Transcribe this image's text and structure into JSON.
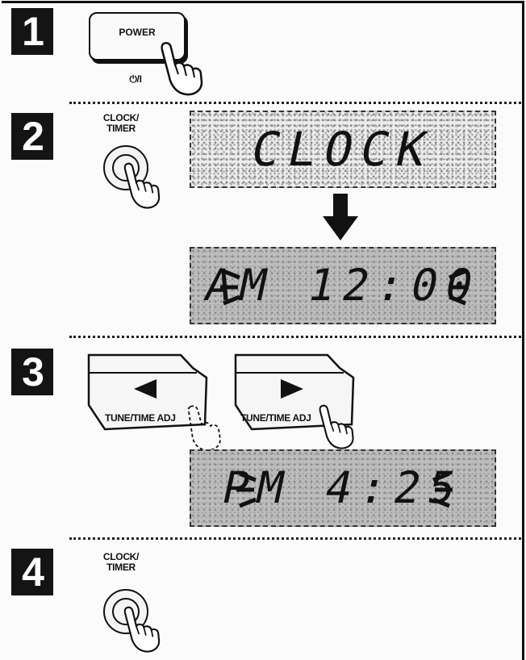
{
  "steps": [
    "1",
    "2",
    "3",
    "4"
  ],
  "power_button": {
    "label": "POWER",
    "symbol": "⏻/I"
  },
  "clock_timer_button": {
    "label_line1": "CLOCK/",
    "label_line2": "TIMER"
  },
  "displays": {
    "clock": "CLOCK",
    "initial_time": "AM 12:00",
    "set_time": "PM 4:25"
  },
  "tune_buttons": {
    "left_label": "TUNE/TIME ADJ",
    "right_label": "TUNE/TIME ADJ"
  }
}
